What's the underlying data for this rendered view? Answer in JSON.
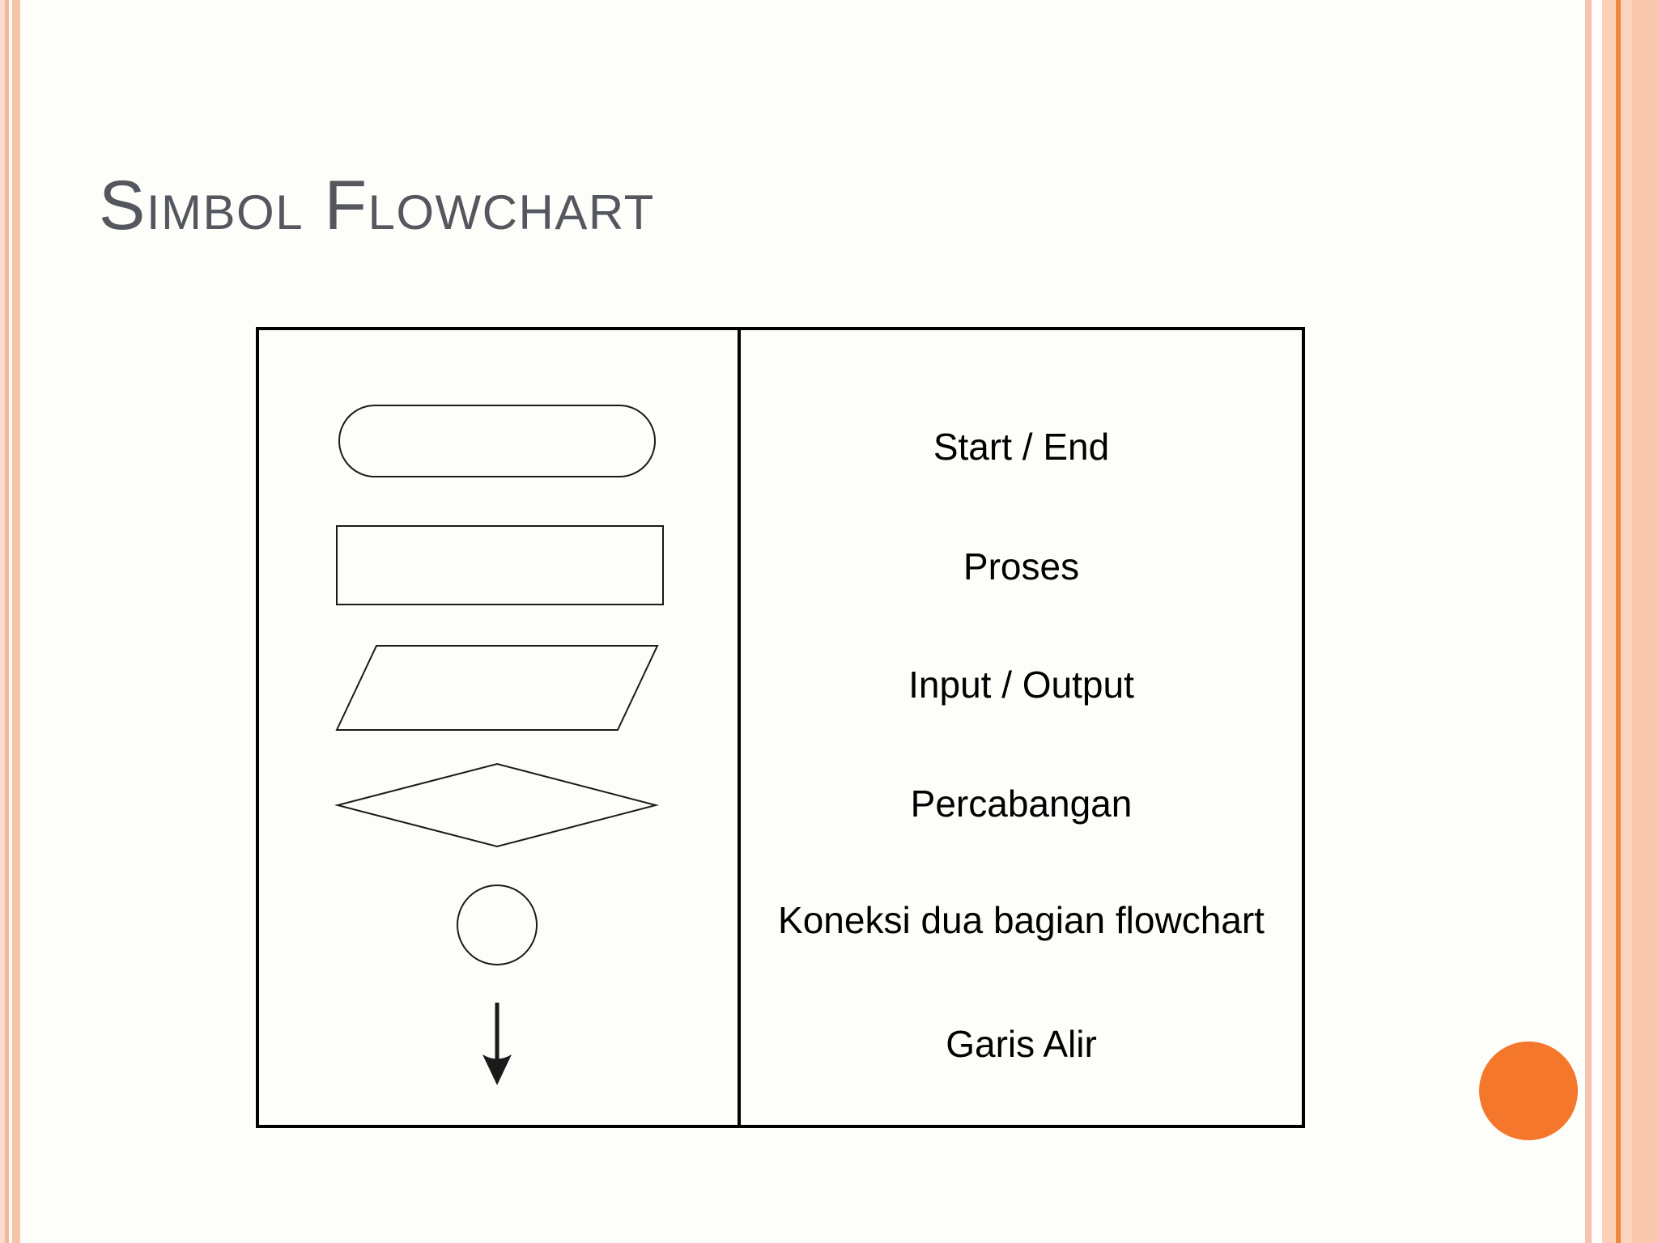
{
  "slide": {
    "title": "Simbol Flowchart"
  },
  "symbol_table": {
    "rows": [
      {
        "symbol": "terminator-rounded-rectangle",
        "label": "Start / End"
      },
      {
        "symbol": "process-rectangle",
        "label": "Proses"
      },
      {
        "symbol": "input-output-parallelogram",
        "label": "Input / Output"
      },
      {
        "symbol": "decision-diamond",
        "label": "Percabangan"
      },
      {
        "symbol": "connector-circle",
        "label": "Koneksi dua bagian flowchart"
      },
      {
        "symbol": "flow-line-arrow",
        "label": "Garis Alir"
      }
    ]
  },
  "colors": {
    "background": "#fdfefa",
    "title_text": "#54575e",
    "table_border": "#000000",
    "shape_stroke": "#1a1a1a",
    "accent_orange_circle": "#f5772b",
    "edge_stripe_pink": "#f8c4a8",
    "edge_stripe_orange_line": "#f0873f"
  }
}
